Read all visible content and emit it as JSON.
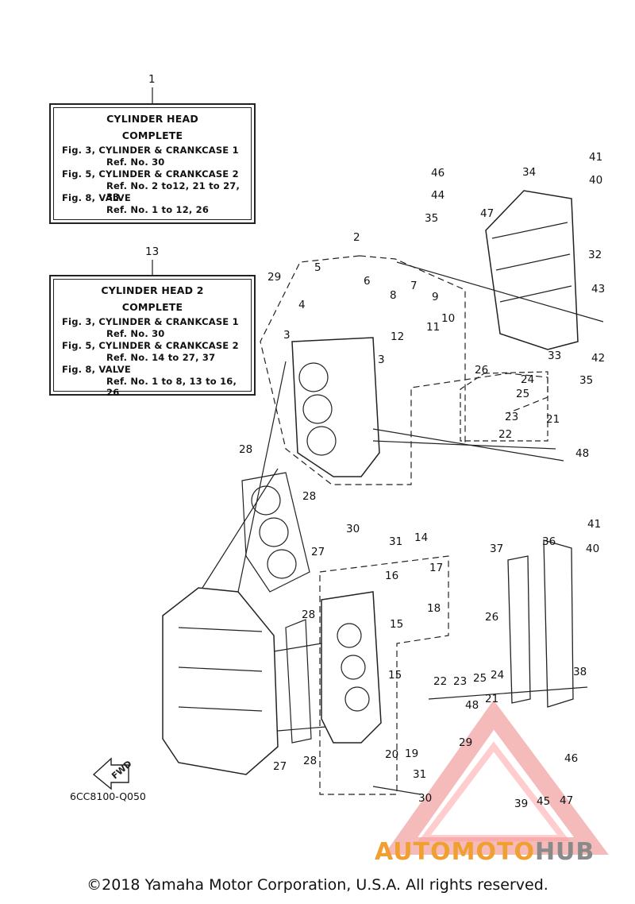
{
  "box1": {
    "ref": "1",
    "lines": [
      "CYLINDER  HEAD",
      "COMPLETE",
      "Fig. 3, CYLINDER & CRANKCASE 1",
      "Ref. No. 30",
      "Fig. 5, CYLINDER & CRANKCASE 2",
      "Ref. No. 2 to12, 21 to 27, 33",
      "Fig. 8, VALVE",
      "Ref. No. 1 to 12, 26"
    ]
  },
  "box2": {
    "ref": "13",
    "lines": [
      "CYLINDER  HEAD 2",
      "COMPLETE",
      "Fig. 3, CYLINDER & CRANKCASE 1",
      "Ref. No. 30",
      "Fig. 5, CYLINDER & CRANKCASE 2",
      "Ref. No. 14 to 27, 37",
      "Fig. 8, VALVE",
      "Ref. No. 1 to 8, 13 to 16, 26"
    ]
  },
  "callouts": [
    "2",
    "3",
    "3",
    "4",
    "5",
    "6",
    "7",
    "8",
    "9",
    "10",
    "11",
    "12",
    "21",
    "22",
    "23",
    "24",
    "25",
    "26",
    "27",
    "28",
    "28",
    "29",
    "30",
    "31",
    "32",
    "33",
    "34",
    "35",
    "35",
    "40",
    "41",
    "42",
    "43",
    "44",
    "46",
    "47",
    "48",
    "14",
    "15",
    "15",
    "16",
    "17",
    "18",
    "19",
    "20",
    "21",
    "22",
    "23",
    "24",
    "25",
    "26",
    "27",
    "28",
    "28",
    "29",
    "30",
    "31",
    "36",
    "37",
    "38",
    "39",
    "40",
    "41",
    "45",
    "46",
    "47",
    "48"
  ],
  "fwd_label": "FWD",
  "drawing_code": "6CC8100-Q050",
  "copyright": "©2018 Yamaha Motor Corporation, U.S.A. All rights reserved.",
  "watermark": {
    "part1": "AUTOMOTO",
    "part2": "HUB",
    "color_orange": "#f0a030",
    "color_red": "#e23a3a",
    "color_gray": "#8a8a8a"
  }
}
